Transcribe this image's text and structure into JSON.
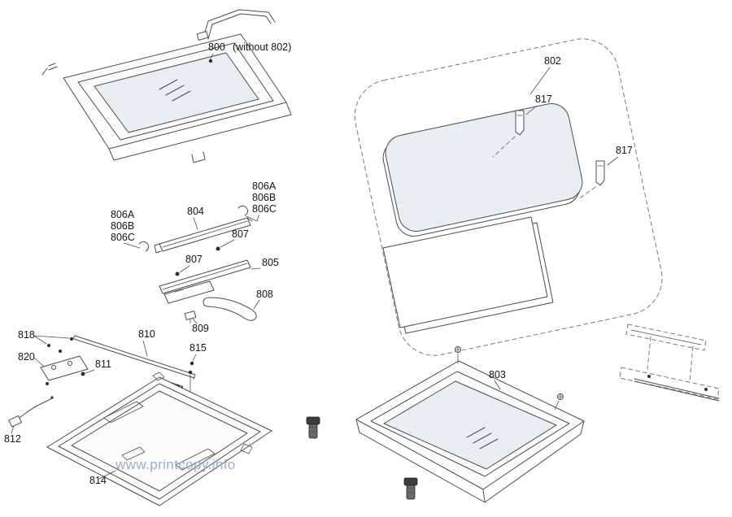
{
  "page": {
    "watermark": "www.printcopy.info"
  },
  "callouts": {
    "800": "800",
    "800_note": "(without 802)",
    "802": "802",
    "803": "803",
    "804": "804",
    "805": "805",
    "806A": "806A",
    "806B": "806B",
    "806C": "806C",
    "807": "807",
    "808": "808",
    "809": "809",
    "810": "810",
    "811": "811",
    "812": "812",
    "814": "814",
    "815": "815",
    "817": "817",
    "818": "818",
    "820": "820"
  },
  "colors": {
    "line": "#4d4d4d",
    "dashed": "#7a7a7a",
    "glass": "#e9eef2",
    "watermark": "#93a9c4"
  }
}
